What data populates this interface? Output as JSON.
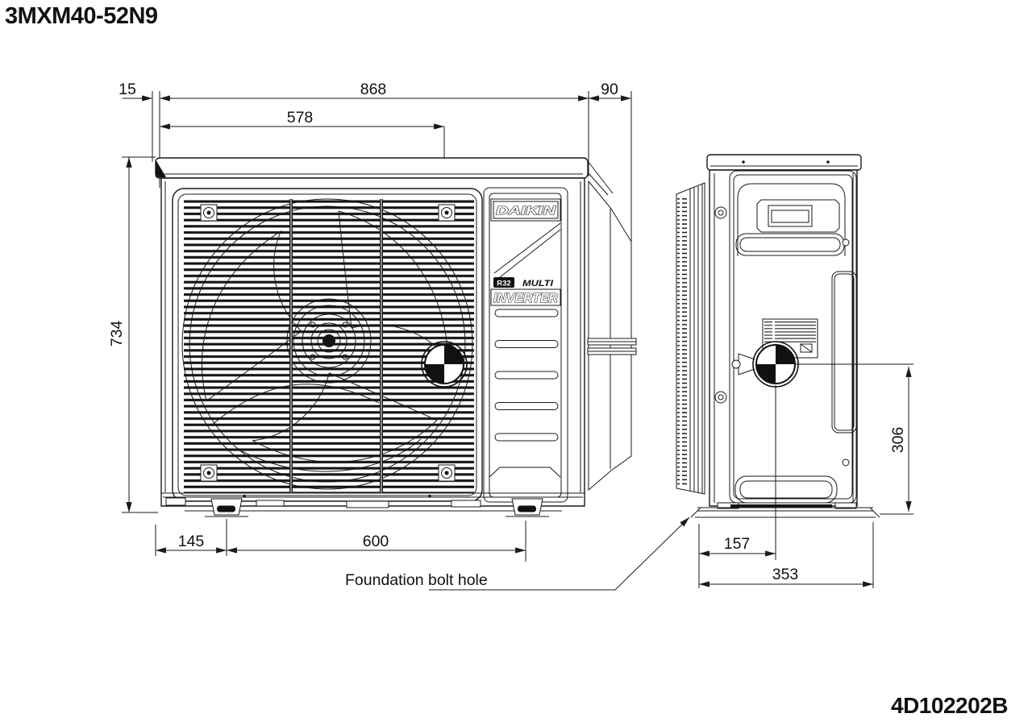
{
  "title": "3MXM40-52N9",
  "drawing_number": "4D102202B",
  "annotations": {
    "foundation_bolt_hole": "Foundation bolt hole"
  },
  "branding": {
    "logo": "DAIKIN",
    "refrigerant": "R32",
    "multi": "MULTI",
    "inverter": "INVERTER"
  },
  "dimensions_mm": {
    "front_view": {
      "mount_offset_left": "15",
      "overall_width": "868",
      "side_panel_depth": "90",
      "cg_from_left": "578",
      "overall_height": "734",
      "bolt_hole_from_left": "145",
      "bolt_hole_pitch": "600"
    },
    "side_view": {
      "cg_height": "306",
      "bolt_hole_from_front": "157",
      "base_depth": "353"
    }
  },
  "colors": {
    "line": "#1a1a1a",
    "background": "#ffffff"
  }
}
